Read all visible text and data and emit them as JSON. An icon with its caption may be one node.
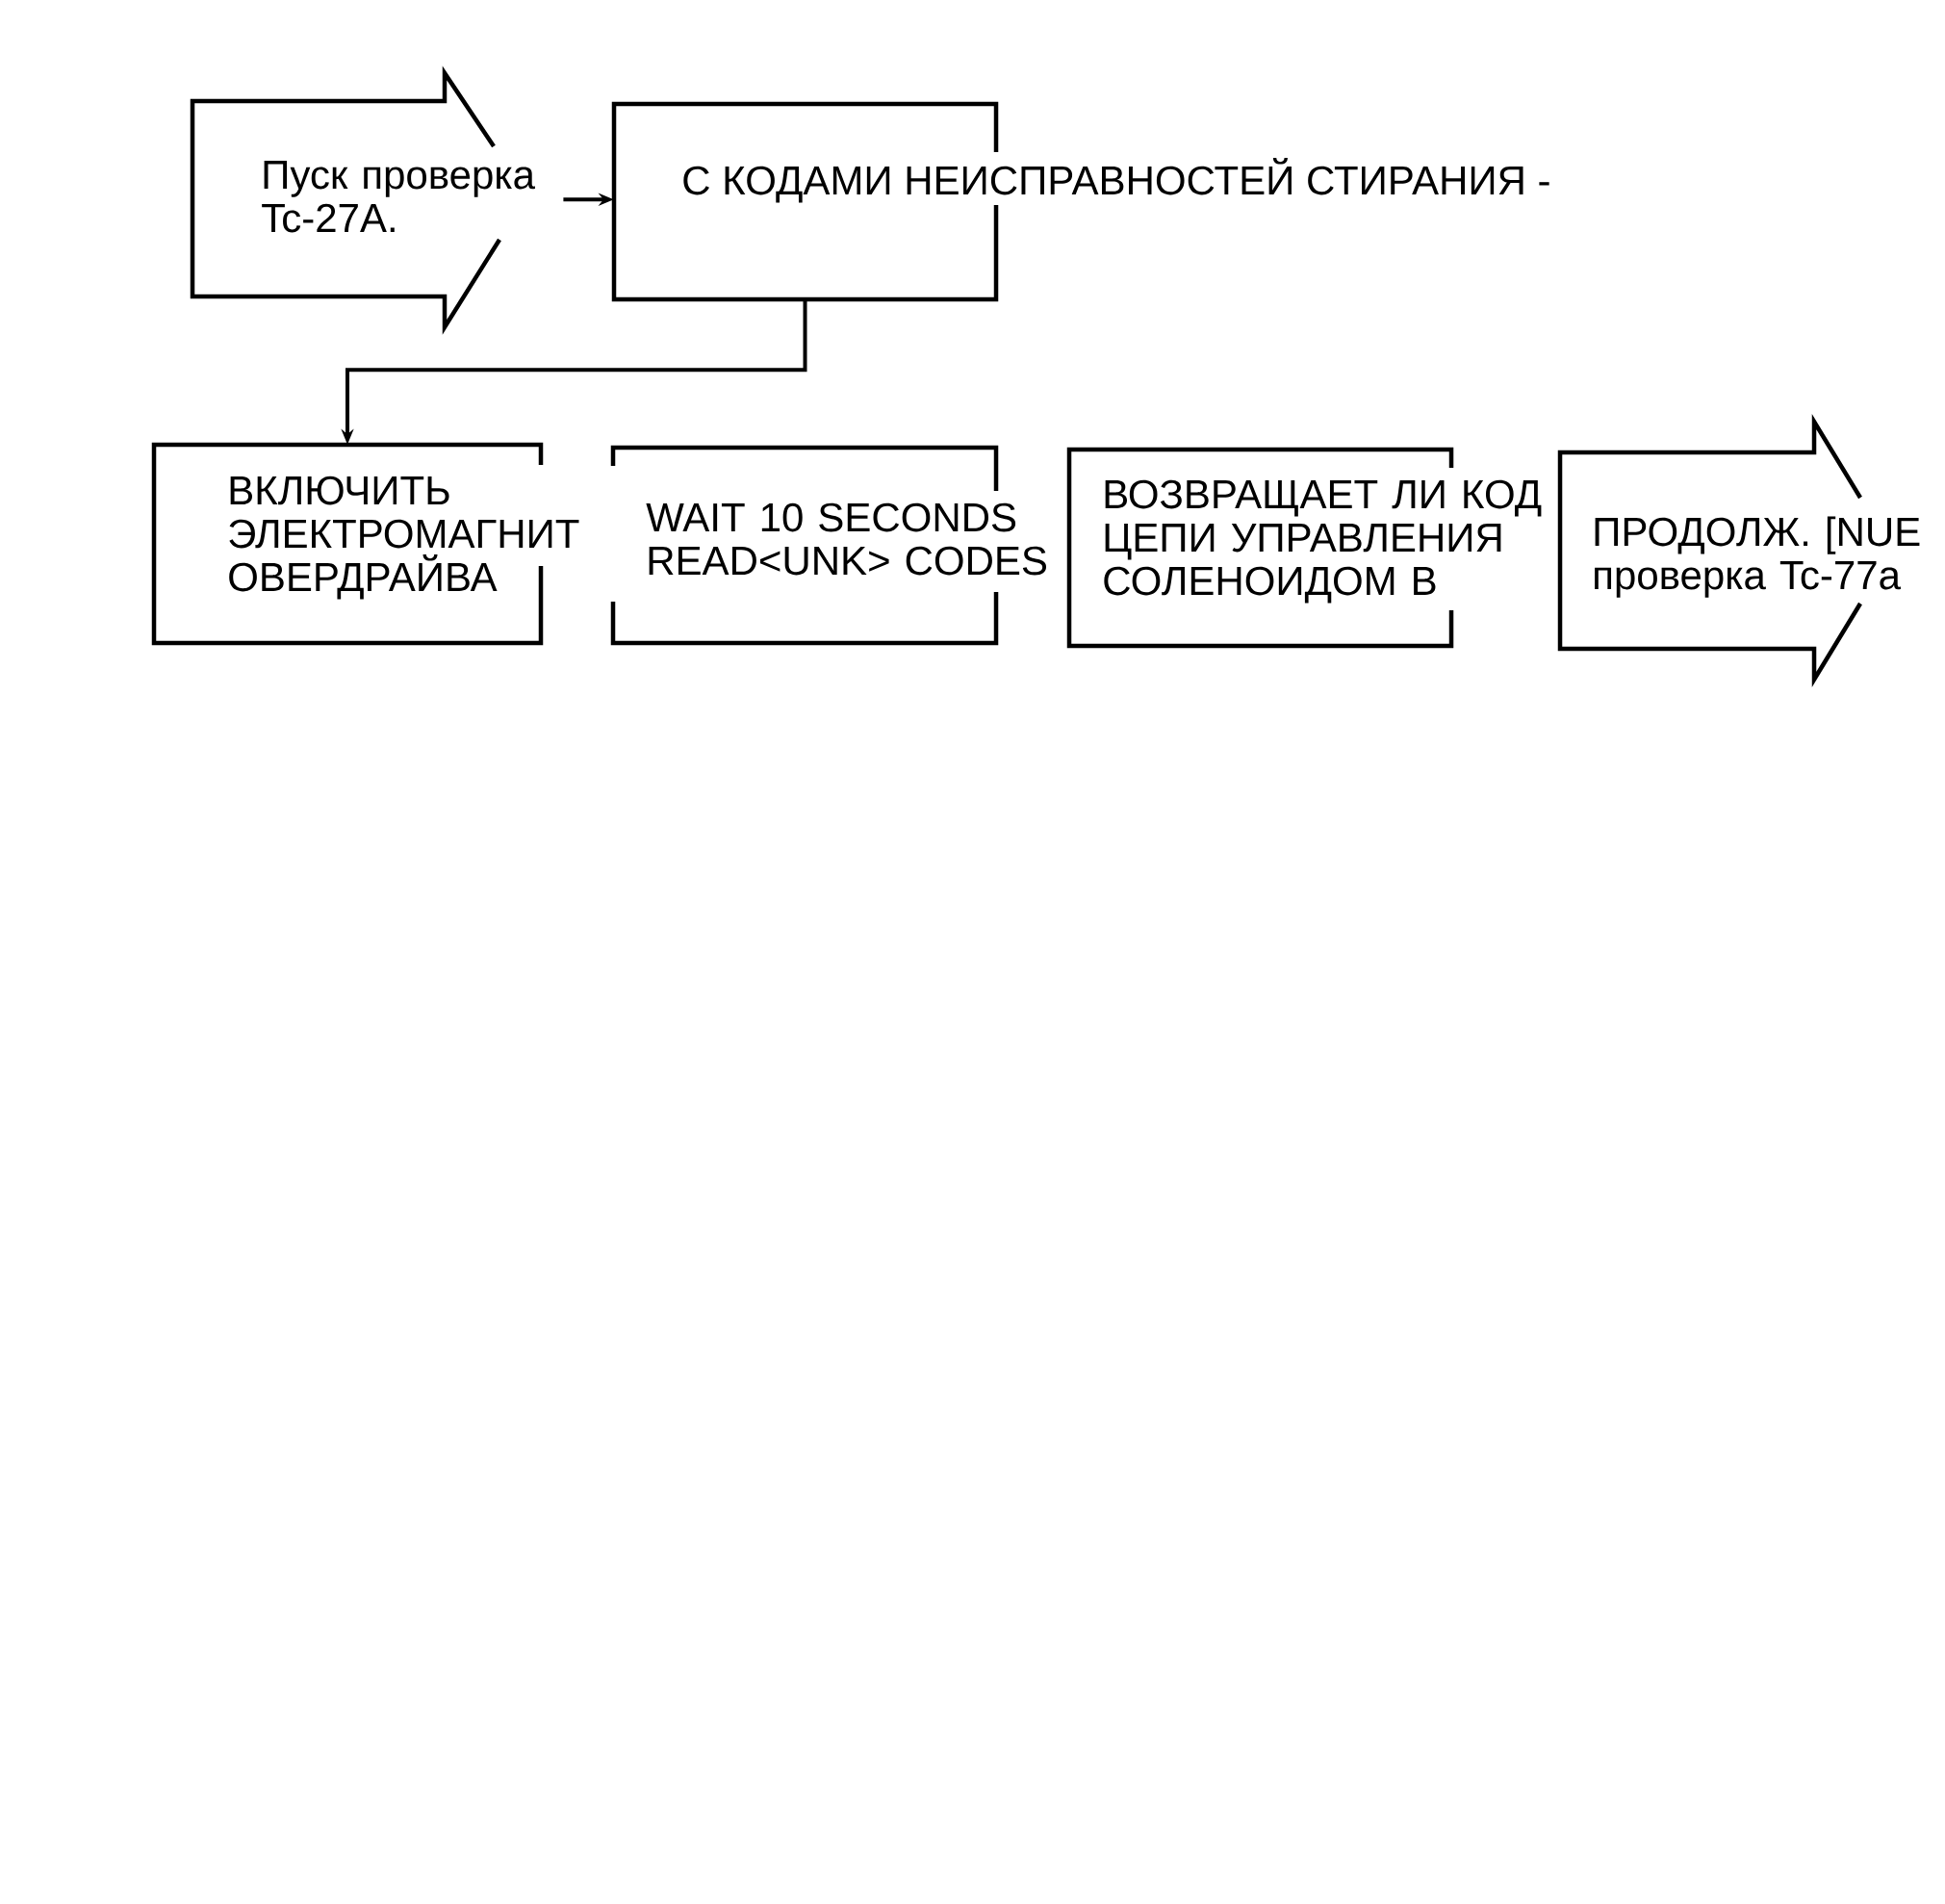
{
  "diagram": {
    "nodes": [
      {
        "text": [
          "Пуск проверка Tc-27A."
        ]
      },
      {
        "text": [
          "С КОДАМИ НЕИСПРАВНОСТЕЙ СТИРАНИЯ -"
        ]
      },
      {
        "text": [
          "ВКЛЮЧИТЬ ЭЛЕКТРОМАГНИТ ОВЕРДРАЙВА"
        ]
      },
      {
        "text": [
          "WAIT 10 SECONDS READ<UNK> CODES"
        ]
      },
      {
        "text": [
          "ВОЗВРАЩАЕТ ЛИ КОД ЦЕПИ УПРАВЛЕНИЯ СОЛЕНОИДОМ В"
        ]
      },
      {
        "text": [
          "ПРОДОЛЖ. [NUE проверка Tc-77a"
        ]
      }
    ],
    "edges": [
      {
        "from": 0,
        "to": 1,
        "arrow": "to"
      },
      {
        "from": 1,
        "to": 2,
        "arrow": "to"
      }
    ]
  }
}
